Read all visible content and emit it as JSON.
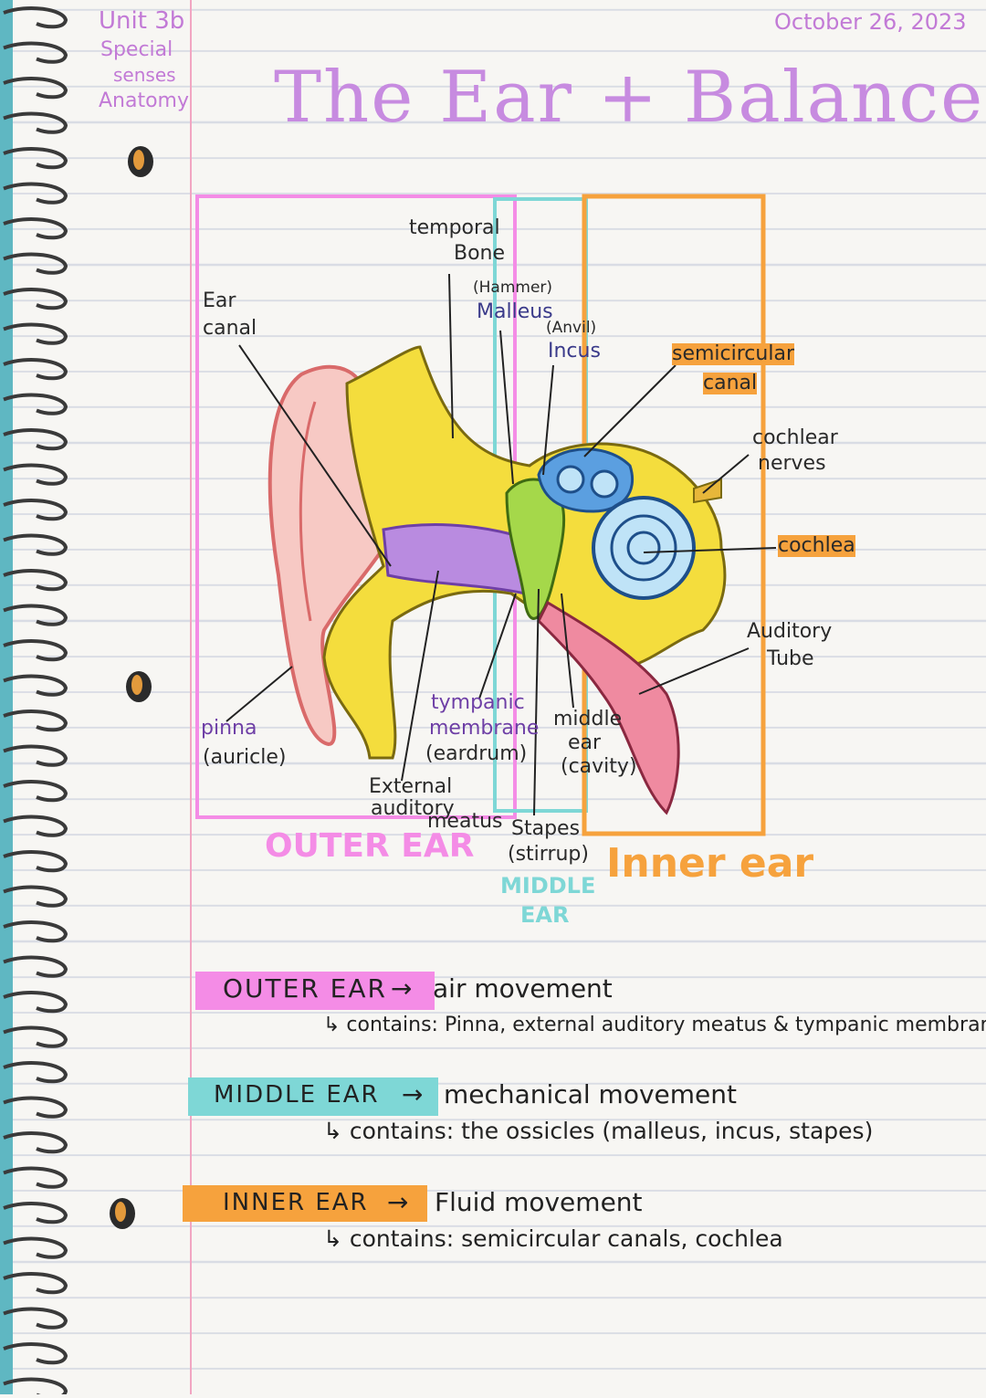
{
  "header": {
    "unit": "Unit 3b",
    "topic1": "Special",
    "topic2": "senses",
    "topic3": "Anatomy",
    "date": "October 26, 2023",
    "title": "The Ear + Balance"
  },
  "diagram": {
    "labels": {
      "temporal_bone_1": "temporal",
      "temporal_bone_2": "Bone",
      "hammer": "(Hammer)",
      "malleus": "Malleus",
      "anvil": "(Anvil)",
      "incus": "Incus",
      "ear_canal_1": "Ear",
      "ear_canal_2": "canal",
      "semicircular_1": "semicircular",
      "semicircular_2": "canal",
      "cochlear_nerves_1": "cochlear",
      "cochlear_nerves_2": "nerves",
      "cochlea": "cochlea",
      "auditory_tube_1": "Auditory",
      "auditory_tube_2": "Tube",
      "pinna_1": "pinna",
      "pinna_2": "(auricle)",
      "tympanic_1": "tympanic",
      "tympanic_2": "membrane",
      "tympanic_3": "(eardrum)",
      "middle_cavity_1": "middle",
      "middle_cavity_2": "ear",
      "middle_cavity_3": "(cavity)",
      "external_1": "External",
      "external_2": "auditory",
      "external_3": "meatus",
      "stapes_1": "Stapes",
      "stapes_2": "(stirrup)"
    },
    "regions": {
      "outer": "OUTER EAR",
      "middle_1": "MIDDLE",
      "middle_2": "EAR",
      "inner": "Inner ear"
    }
  },
  "summary": [
    {
      "heading": "OUTER EAR",
      "arrow": "→",
      "desc": "air movement",
      "contains": "↳ contains: Pinna, external auditory meatus & tympanic membrane"
    },
    {
      "heading": "MIDDLE EAR",
      "arrow": "→",
      "desc": "mechanical movement",
      "contains": "↳ contains: the ossicles (malleus, incus, stapes)"
    },
    {
      "heading": "INNER EAR",
      "arrow": "→",
      "desc": "Fluid movement",
      "contains": "↳ contains: semicircular canals, cochlea"
    }
  ],
  "colors": {
    "outer": "#f48ce6",
    "middle": "#7ed7d6",
    "inner": "#f6a23d",
    "title": "#c78be0"
  }
}
